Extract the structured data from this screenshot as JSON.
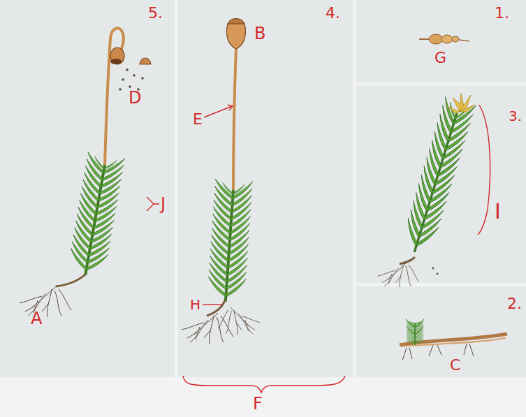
{
  "diagram": {
    "labels": [
      "5.",
      "4.",
      "1.",
      "B",
      "G",
      "D",
      "3.",
      "E",
      "J",
      "I",
      "H",
      "A",
      "2.",
      "C",
      "F"
    ]
  }
}
